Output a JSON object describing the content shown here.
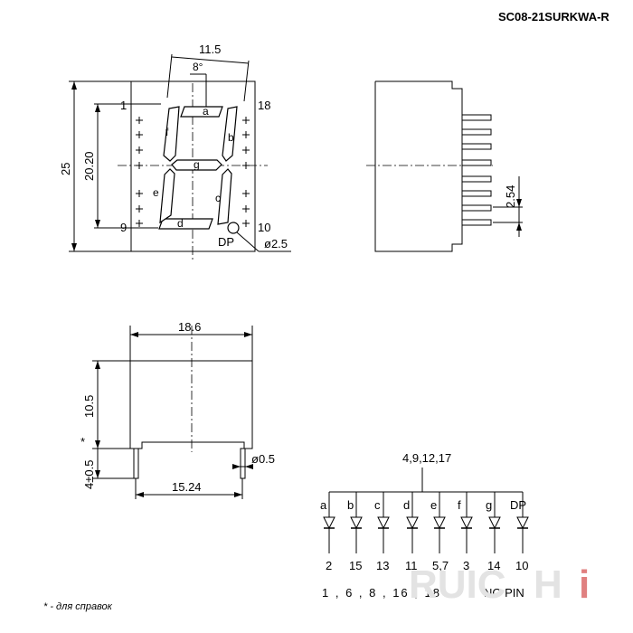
{
  "title": "SC08-21SURKWA-R",
  "front_view": {
    "width_dim": "11.5",
    "angle": "8°",
    "height_dim": "25",
    "digit_height_dim": "20.20",
    "pin_1": "1",
    "pin_9": "9",
    "pin_18": "18",
    "pin_10": "10",
    "seg_a": "a",
    "seg_b": "b",
    "seg_c": "c",
    "seg_d": "d",
    "seg_e": "e",
    "seg_f": "f",
    "seg_g": "g",
    "dp_label": "DP",
    "dp_dim": "ø2.5"
  },
  "side_view": {
    "pitch_dim": "2.54"
  },
  "bottom_view": {
    "width_dim": "18.6",
    "height_dim": "10.5",
    "pin_length_dim": "4±0.5",
    "pin_length_star": "*",
    "pin_dia_dim": "ø0.5",
    "row_spacing_dim": "15.24"
  },
  "schematic": {
    "common_pins": "4,9,12,17",
    "segments": [
      "a",
      "b",
      "c",
      "d",
      "e",
      "f",
      "g",
      "DP"
    ],
    "pins": [
      "2",
      "15",
      "13",
      "11",
      "5,7",
      "3",
      "14",
      "10"
    ],
    "nc_pins": "1 , 6 , 8 , 16 , 18",
    "nc_label": "NO PIN"
  },
  "footnote": "* - для справок",
  "logo": {
    "text_a": "RUIC",
    "text_b": "H",
    "text_c": "i"
  },
  "colors": {
    "line": "#000000",
    "logo_grey": "#e3e3e3",
    "logo_red": "#e08080"
  }
}
